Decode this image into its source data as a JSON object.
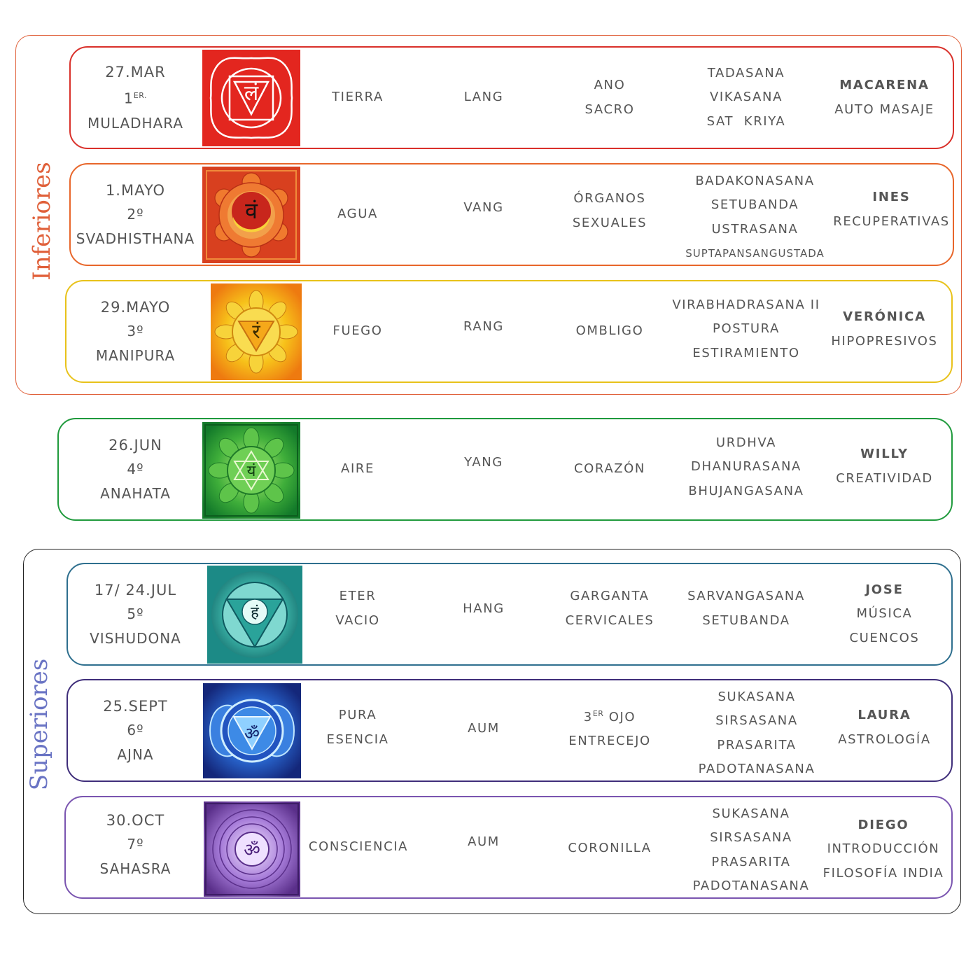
{
  "groups": {
    "lower": {
      "label": "Inferiores",
      "color": "#e0603a"
    },
    "upper": {
      "label": "Superiores",
      "color": "#6a74c4"
    }
  },
  "colors": {
    "muladhara": "#d9302a",
    "svadhisthana": "#e8662a",
    "manipura": "#e8c21a",
    "anahata": "#1f9a3c",
    "vishudona": "#2e6f8e",
    "ajna": "#3f2e7a",
    "sahasra": "#7a55b0"
  },
  "chakras": [
    {
      "date": "27.MAR",
      "ordinal": "1",
      "ordinal_sup": "ER.",
      "name": "MULADHARA",
      "icon": "muladhara-icon",
      "syllable": "लं",
      "element": [
        "TIERRA"
      ],
      "mantra": "LANG",
      "location": [
        "ANO",
        "SACRO"
      ],
      "asanas": [
        "TADASANA",
        "VIKASANA",
        "SAT  KRIYA"
      ],
      "teacher": "MACARENA",
      "activity": [
        "AUTO MASAJE"
      ]
    },
    {
      "date": "1.MAYO",
      "ordinal": "2º",
      "name": "SVADHISTHANA",
      "icon": "svadhisthana-icon",
      "syllable": "वं",
      "element": [
        "AGUA"
      ],
      "mantra": "VANG",
      "location": [
        "ÓRGANOS",
        "SEXUALES"
      ],
      "asanas": [
        "BADAKONASANA",
        "SETUBANDA",
        "USTRASANA"
      ],
      "asanas_small": "SUPTAPANSANGUSTADA",
      "teacher": "INES",
      "activity": [
        "RECUPERATIVAS"
      ]
    },
    {
      "date": "29.MAYO",
      "ordinal": "3º",
      "name": "MANIPURA",
      "icon": "manipura-icon",
      "syllable": "रं",
      "element": [
        "FUEGO"
      ],
      "mantra": "RANG",
      "location": [
        "OMBLIGO"
      ],
      "asanas": [
        "VIRABHADRASANA II",
        "POSTURA",
        "ESTIRAMIENTO"
      ],
      "teacher": "VERÓNICA",
      "activity": [
        "HIPOPRESIVOS"
      ]
    },
    {
      "date": "26.JUN",
      "ordinal": "4º",
      "name": "ANAHATA",
      "icon": "anahata-icon",
      "syllable": "यं",
      "element": [
        "AIRE"
      ],
      "mantra": "YANG",
      "location": [
        "CORAZÓN"
      ],
      "asanas": [
        "URDHVA",
        "DHANURASANA",
        "BHUJANGASANA"
      ],
      "teacher": "WILLY",
      "activity": [
        "CREATIVIDAD"
      ]
    },
    {
      "date": "17/ 24.JUL",
      "ordinal": "5º",
      "name": "VISHUDONA",
      "icon": "vishudona-icon",
      "syllable": "हं",
      "element": [
        "ETER",
        "VACIO"
      ],
      "mantra": "HANG",
      "location": [
        "GARGANTA",
        "CERVICALES"
      ],
      "asanas": [
        "SARVANGASANA",
        "SETUBANDA"
      ],
      "teacher": "JOSE",
      "activity": [
        "MÚSICA",
        "CUENCOS"
      ]
    },
    {
      "date": "25.SEPT",
      "ordinal": "6º",
      "name": "AJNA",
      "icon": "ajna-icon",
      "syllable": "ॐ",
      "element": [
        "PURA",
        "ESENCIA"
      ],
      "mantra": "AUM",
      "location_sup": {
        "pre": "3",
        "sup": "ER",
        "post": " OJO"
      },
      "location": [
        "ENTRECEJO"
      ],
      "asanas": [
        "SUKASANA",
        "SIRSASANA",
        "PRASARITA",
        "PADOTANASANA"
      ],
      "teacher": "LAURA",
      "activity": [
        "ASTROLOGÍA"
      ]
    },
    {
      "date": "30.OCT",
      "ordinal": "7º",
      "name": "SAHASRA",
      "icon": "sahasra-icon",
      "syllable": "ॐ",
      "element": [
        "CONSCIENCIA"
      ],
      "mantra": "AUM",
      "location": [
        "CORONILLA"
      ],
      "asanas": [
        "SUKASANA",
        "SIRSASANA",
        "PRASARITA",
        "PADOTANASANA"
      ],
      "teacher": "DIEGO",
      "activity": [
        "INTRODUCCIÓN",
        "FILOSOFÍA INDIA"
      ]
    }
  ]
}
